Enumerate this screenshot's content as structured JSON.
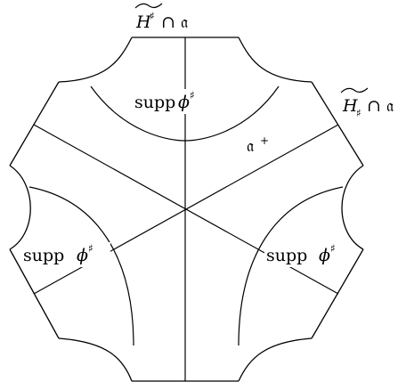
{
  "labels": {
    "top_H": "H",
    "top_sharp": "♯",
    "top_cap_a": "∩ 𝔞",
    "right_H": "H",
    "right_sharp": "♯",
    "right_cap_a": "∩ 𝔞",
    "a_plus_base": "𝔞",
    "a_plus_sup": "+",
    "supp_word": "supp",
    "phi": "ϕ",
    "phi_sharp": "♯"
  }
}
